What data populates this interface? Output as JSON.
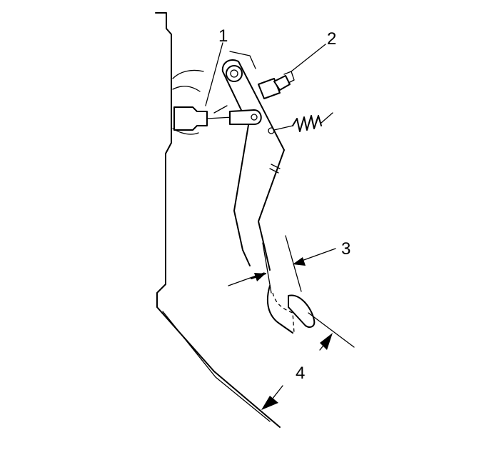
{
  "figure": {
    "callouts": [
      {
        "id": "1",
        "label": "1"
      },
      {
        "id": "2",
        "label": "2"
      },
      {
        "id": "3",
        "label": "3"
      },
      {
        "id": "4",
        "label": "4"
      }
    ],
    "colors": {
      "line": "#000000",
      "background": "#ffffff"
    },
    "parts": [
      "firewall-panel",
      "brake-pedal-arm",
      "pedal-pad",
      "stop-lamp-switch",
      "pushrod",
      "return-spring",
      "floor-panel"
    ]
  }
}
